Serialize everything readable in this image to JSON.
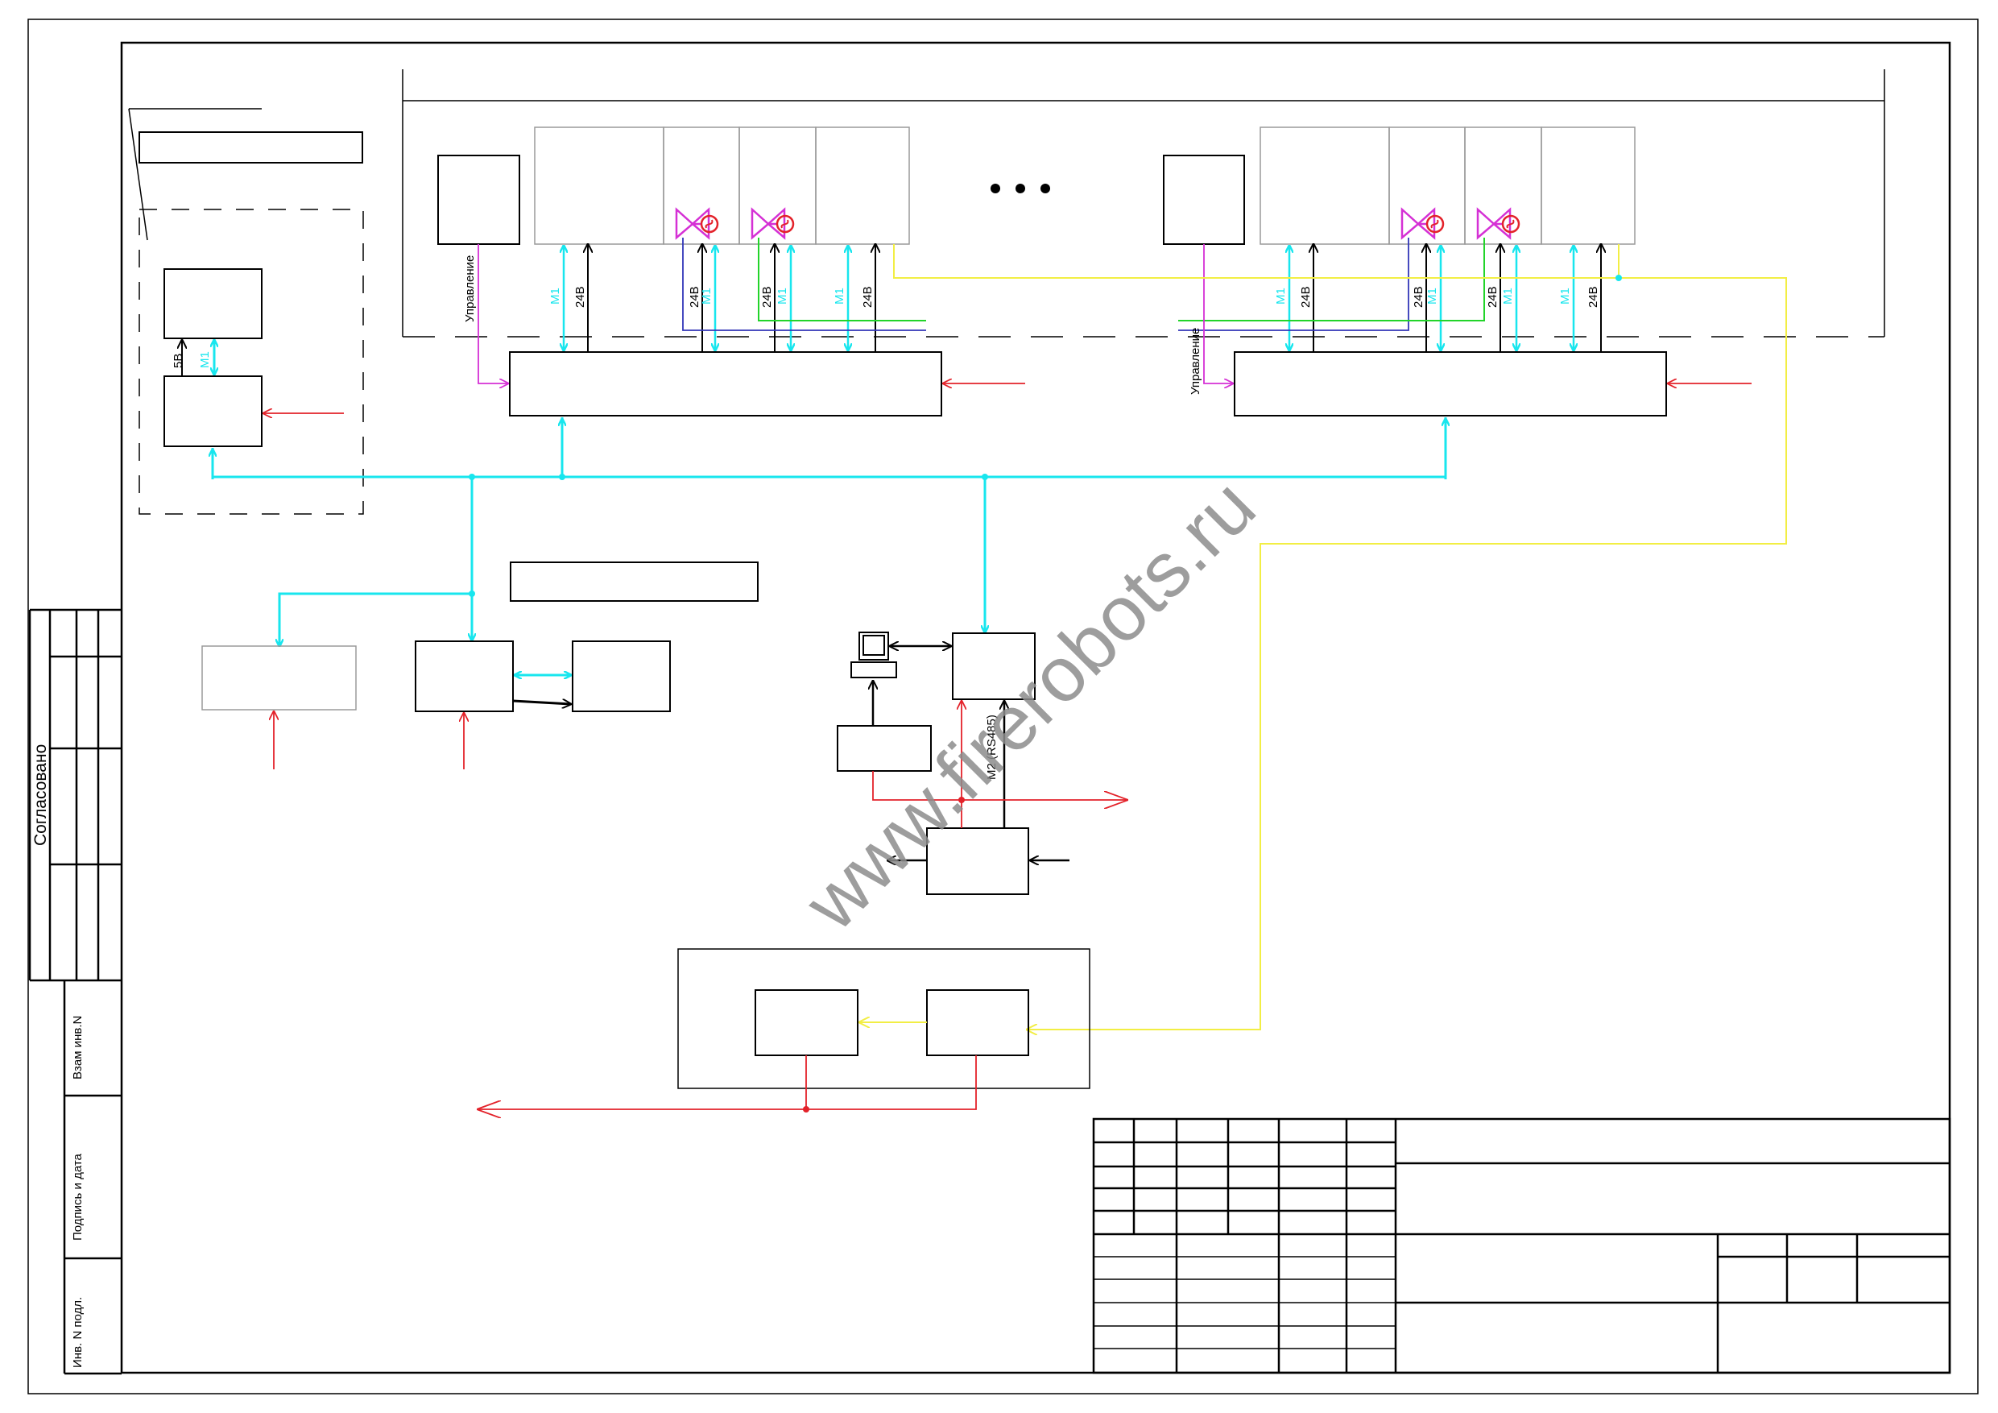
{
  "colors": {
    "interface_m1": "#18e6ee",
    "power": "#e3222a",
    "control": "#d530d5",
    "fiber_link": "#f2ee44",
    "valve_blue": "#3236b8",
    "valve_green": "#22d42a",
    "frame": "#000000",
    "watermark": "#8c8c8c"
  },
  "labels": {
    "m1": "M1",
    "v24": "24В",
    "v5": "5В",
    "control": "Управление",
    "m2": "M2 (RS485)"
  },
  "left_margin": {
    "agreed": "Согласовано",
    "replace_inv": "Взам инв.N",
    "sign_date": "Подпись и дата",
    "orig_inv": "Инв. N подл."
  },
  "watermark": "www.firerobots.ru",
  "icons": {
    "valve": "valve-icon",
    "actuator": "motor-icon",
    "computer": "computer-icon",
    "ellipsis": "ellipsis-icon"
  }
}
